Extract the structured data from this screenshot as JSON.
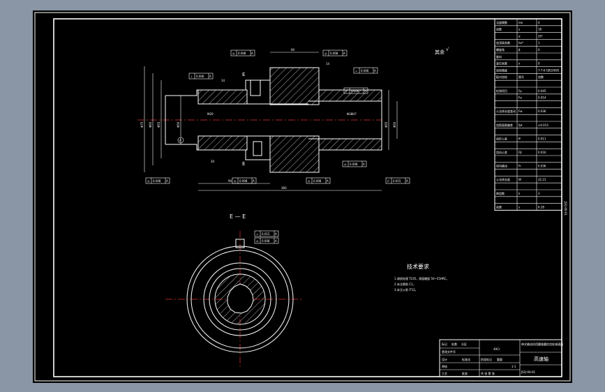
{
  "drawing": {
    "section_mark": "E",
    "section_title": "E — E",
    "roughness_note": "其余",
    "roughness_value": "√",
    "technical_requirements_title": "技术要求",
    "technical_requirements": [
      "1.调质处理 T235，表面硬度 50~55HRC。",
      "2.未注倒角 C1。",
      "3.未注公差 IT12。"
    ],
    "dimensions": {
      "overall_length": "360",
      "length_90": "90",
      "length_60": "60",
      "length_14a": "14",
      "length_14b": "14",
      "length_20": "20",
      "dia_left_1": "Φ75",
      "dia_left_2": "Φ60",
      "dia_left_3": "Φ55",
      "dia_left_4": "Φ50",
      "dia_right_1": "Φ55",
      "dia_right_2": "Φ50",
      "thread": "M20",
      "bore": "Φ38H7",
      "datum_a": "A"
    },
    "tolerance_frames": [
      {
        "symbol": "◎",
        "value": "0.008",
        "datum": "A"
      },
      {
        "symbol": "◎",
        "value": "0.008",
        "datum": "A"
      },
      {
        "symbol": "⊥",
        "value": "0.006",
        "datum": "A"
      },
      {
        "symbol": "⊥",
        "value": "0.006",
        "datum": "A"
      },
      {
        "symbol": "//",
        "value": "0.006",
        "datum": "A"
      },
      {
        "symbol": "◎",
        "value": "0.008",
        "datum": "A"
      },
      {
        "symbol": "◎",
        "value": "0.008",
        "datum": "A"
      },
      {
        "symbol": "◎",
        "value": "0.008",
        "datum": "A"
      },
      {
        "symbol": "◎",
        "value": "0.008",
        "datum": "A"
      },
      {
        "symbol": "//",
        "value": "0.015",
        "datum": "A"
      },
      {
        "symbol": "=",
        "value": "0.015",
        "datum": "A"
      }
    ]
  },
  "param_table": {
    "rows": [
      {
        "label": "法面模数",
        "sym": "mn",
        "value": "4"
      },
      {
        "label": "齿数",
        "sym": "z",
        "value": "18"
      },
      {
        "label": "",
        "sym": "α",
        "value": "20°"
      },
      {
        "label": "齿顶高系数",
        "sym": "ha*",
        "value": "1"
      },
      {
        "label": "螺旋角",
        "sym": "β",
        "value": "0"
      },
      {
        "label": "旋向",
        "sym": "",
        "value": ""
      },
      {
        "label": "变位系数",
        "sym": "x",
        "value": "0"
      },
      {
        "label": "齿轮精度",
        "sym": "",
        "value": "7-7-6 GB10095"
      },
      {
        "label": "配对齿轮",
        "sym": "图号",
        "value": "齿数"
      },
      {
        "label": "",
        "sym": "",
        "value": ""
      },
      {
        "label": "检测项目",
        "sym": "Fp",
        "value": "0.045"
      },
      {
        "label": "",
        "sym": "Fα",
        "value": "0.014"
      },
      {
        "label": "",
        "sym": "",
        "value": ""
      },
      {
        "label": "公法线长度变动",
        "sym": "Fw",
        "value": "0.036"
      },
      {
        "label": "",
        "sym": "",
        "value": ""
      },
      {
        "label": "齿距极限偏差",
        "sym": "fpt",
        "value": "±0.013"
      },
      {
        "label": "",
        "sym": "",
        "value": ""
      },
      {
        "label": "齿形公差",
        "sym": "ff",
        "value": "0.011"
      },
      {
        "label": "",
        "sym": "",
        "value": ""
      },
      {
        "label": "齿向公差",
        "sym": "Fβ",
        "value": "0.016"
      },
      {
        "label": "",
        "sym": "",
        "value": ""
      },
      {
        "label": "径向跳动",
        "sym": "Fr",
        "value": "0.036"
      },
      {
        "label": "",
        "sym": "",
        "value": ""
      },
      {
        "label": "公法线长度",
        "sym": "W",
        "value": "32.21"
      },
      {
        "label": "",
        "sym": "",
        "value": ""
      },
      {
        "label": "跨齿数",
        "sym": "k",
        "value": "3"
      },
      {
        "label": "",
        "sym": "",
        "value": ""
      },
      {
        "label": "齿厚",
        "sym": "s",
        "value": "6.28"
      }
    ]
  },
  "title_block": {
    "title": "带式输送机用圆锥圆柱齿轮减速器",
    "drawing_name": "高速轴",
    "material": "40Cr",
    "scale": "1:1",
    "designer": "设计",
    "checker": "审核",
    "sheet": "共 张 第 张",
    "drawing_number": "JSQ-00-01",
    "mark": "标记",
    "count": "处数",
    "partition": "分区",
    "change_doc": "更改文件号",
    "signature": "签名",
    "date": "年月日",
    "stage_mark": "阶段标记",
    "weight": "重量",
    "ratio": "比例",
    "standardization": "标准化",
    "process": "工艺",
    "approve": "批准"
  }
}
